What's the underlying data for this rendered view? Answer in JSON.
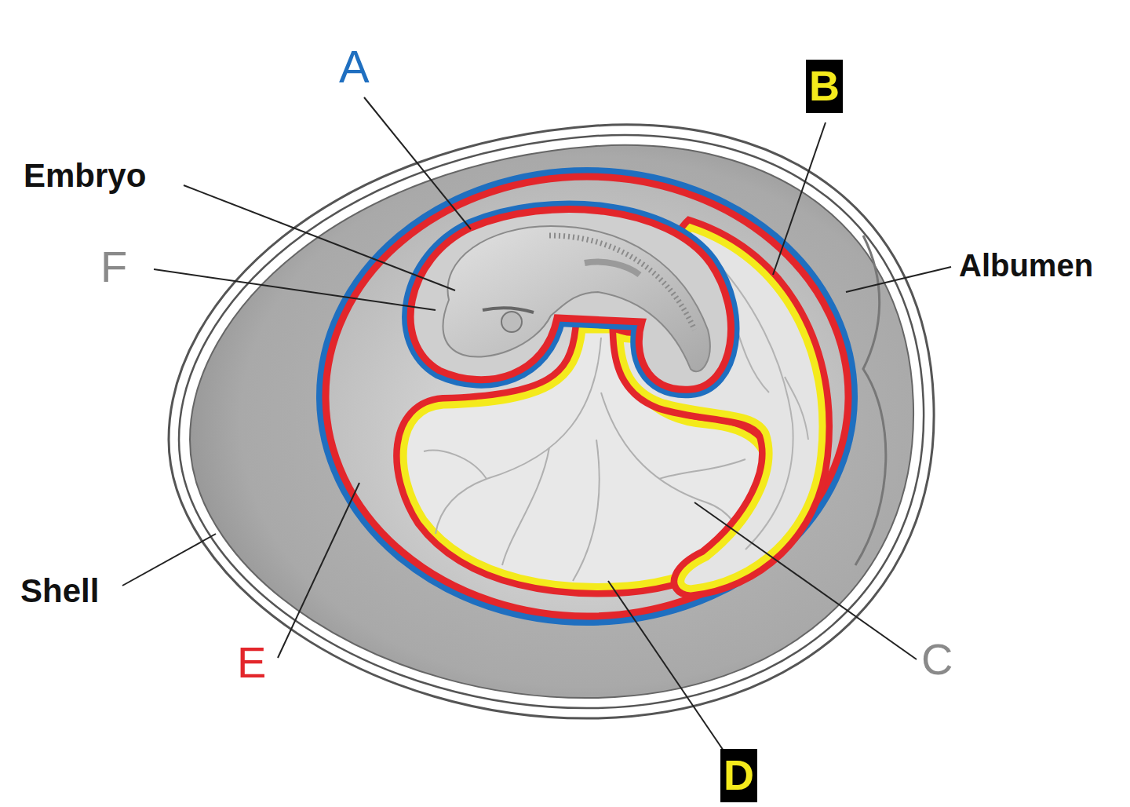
{
  "diagram": {
    "labels": [
      "A",
      "B",
      "Embryo",
      "F",
      "Albumen",
      "Shell",
      "E",
      "C",
      "D"
    ]
  }
}
